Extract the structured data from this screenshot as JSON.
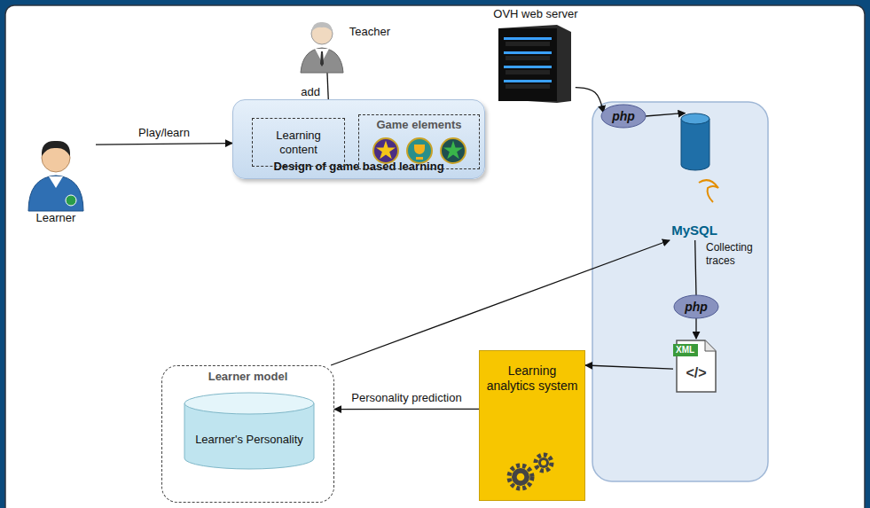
{
  "diagram": {
    "nodes": [
      {
        "text": [
          "OVH web server"
        ]
      },
      {
        "text": [
          "Teacher"
        ]
      },
      {
        "text": [
          "Learner"
        ]
      },
      {
        "text": [
          "Design of game based learning"
        ]
      },
      {
        "text": [
          "Learning content"
        ],
        "in": 3
      },
      {
        "text": [
          "Game elements"
        ],
        "in": 3
      },
      {
        "text": [
          "php"
        ]
      },
      {
        "text": [
          "MySQL"
        ]
      },
      {
        "text": [
          "php"
        ]
      },
      {
        "text": [
          "XML",
          "</>"
        ]
      },
      {
        "text": [
          "Learning analytics system"
        ]
      },
      {
        "text": [
          "Learner model"
        ]
      },
      {
        "text": [
          "Learner's Personality"
        ],
        "in": 11
      }
    ],
    "edges": [
      {
        "from": 2,
        "to": 3,
        "label": "Play/learn",
        "arrow": "to"
      },
      {
        "from": 1,
        "to": 4,
        "label": "add",
        "arrow": "to"
      },
      {
        "from": 0,
        "to": 6,
        "arrow": "to"
      },
      {
        "from": 6,
        "to": 7,
        "arrow": "to"
      },
      {
        "from": 7,
        "to": 8,
        "arrow": "none"
      },
      {
        "from": 8,
        "to": 9,
        "arrow": "to"
      },
      {
        "from": 9,
        "to": 10,
        "arrow": "to"
      },
      {
        "from": 10,
        "to": 11,
        "label": "Personality prediction",
        "arrow": "to"
      },
      {
        "from": 11,
        "to": 7,
        "arrow": "to"
      }
    ],
    "labels": [
      "Collecting traces"
    ]
  }
}
